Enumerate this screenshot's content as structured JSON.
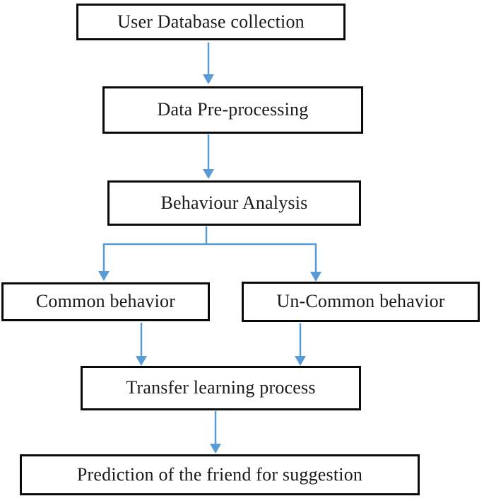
{
  "diagram": {
    "type": "flowchart",
    "nodes": [
      {
        "id": "user-database-collection",
        "label": "User Database collection"
      },
      {
        "id": "data-pre-processing",
        "label": "Data Pre-processing"
      },
      {
        "id": "behaviour-analysis",
        "label": "Behaviour Analysis"
      },
      {
        "id": "common-behavior",
        "label": "Common behavior"
      },
      {
        "id": "un-common-behavior",
        "label": "Un-Common behavior"
      },
      {
        "id": "transfer-learning-process",
        "label": "Transfer learning process"
      },
      {
        "id": "prediction-of-friend",
        "label": "Prediction of the friend for suggestion"
      }
    ],
    "edges": [
      {
        "from": "user-database-collection",
        "to": "data-pre-processing"
      },
      {
        "from": "data-pre-processing",
        "to": "behaviour-analysis"
      },
      {
        "from": "behaviour-analysis",
        "to": "common-behavior"
      },
      {
        "from": "behaviour-analysis",
        "to": "un-common-behavior"
      },
      {
        "from": "common-behavior",
        "to": "transfer-learning-process"
      },
      {
        "from": "un-common-behavior",
        "to": "transfer-learning-process"
      },
      {
        "from": "transfer-learning-process",
        "to": "prediction-of-friend"
      }
    ],
    "colors": {
      "arrow": "#5b9bd5",
      "box_border": "#0a0a0a",
      "box_fill": "#ffffff",
      "text": "#1a1a1a",
      "background": "#ffffff"
    }
  }
}
